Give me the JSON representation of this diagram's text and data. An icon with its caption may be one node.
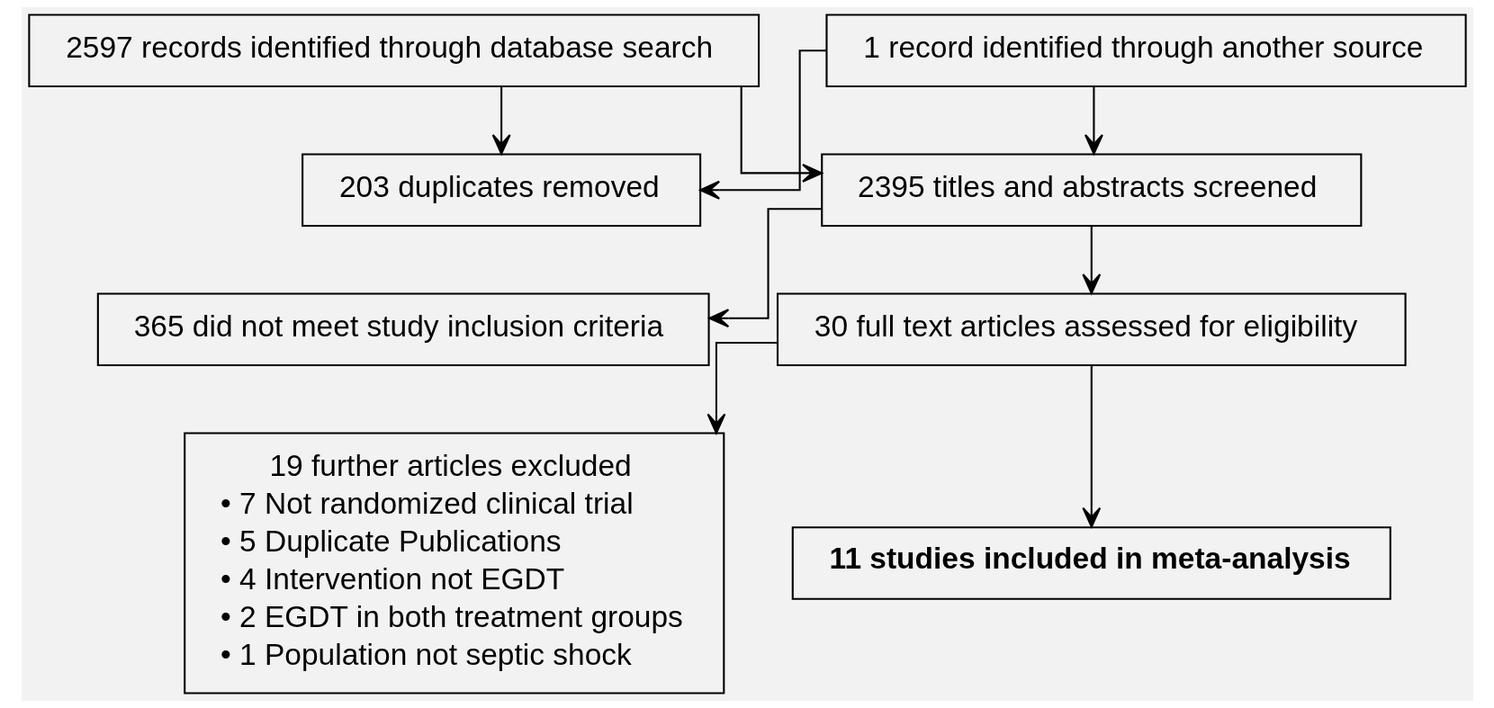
{
  "diagram": {
    "nodes": [
      {
        "text": [
          "2597 records identified through database search"
        ]
      },
      {
        "text": [
          "1 record identified through another source"
        ]
      },
      {
        "text": [
          "203 duplicates removed"
        ]
      },
      {
        "text": [
          "2395 titles and abstracts screened"
        ]
      },
      {
        "text": [
          "365 did not meet study inclusion criteria"
        ]
      },
      {
        "text": [
          "30 full text articles assessed for eligibility"
        ]
      },
      {
        "text": [
          "19 further articles excluded",
          "• 7 Not randomized clinical trial",
          "• 5 Duplicate Publications",
          "• 4 Intervention not EGDT",
          "• 2 EGDT in both treatment groups",
          "• 1 Population not septic shock"
        ]
      },
      {
        "text": [
          "11 studies included in meta-analysis"
        ]
      }
    ],
    "edges": [
      {
        "from": 0,
        "to": 2,
        "arrow": "to"
      },
      {
        "from": 1,
        "to": 2,
        "arrow": "to"
      },
      {
        "from": 0,
        "to": 3,
        "arrow": "to"
      },
      {
        "from": 1,
        "to": 3,
        "arrow": "to"
      },
      {
        "from": 3,
        "to": 4,
        "arrow": "to"
      },
      {
        "from": 3,
        "to": 5,
        "arrow": "to"
      },
      {
        "from": 5,
        "to": 6,
        "arrow": "to"
      },
      {
        "from": 5,
        "to": 7,
        "arrow": "to"
      }
    ]
  }
}
